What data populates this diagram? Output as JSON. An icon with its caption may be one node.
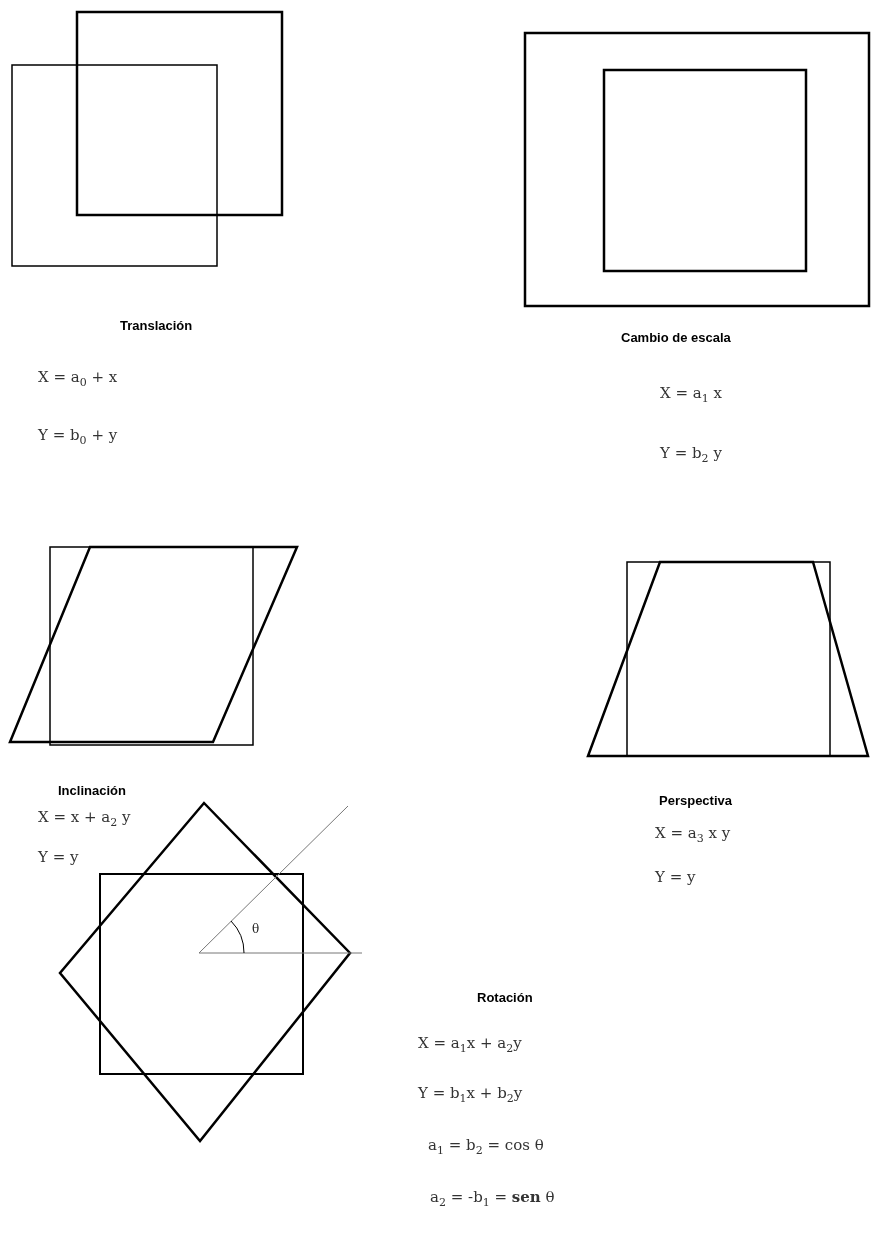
{
  "diagram": {
    "labels": [
      "Translación",
      "X = a$_{0}$ + x",
      "Y = b$_{0}$ + y",
      "Cambio de escala",
      "X = a$_{1}$ x",
      "Y = b$_{2}$ y",
      "Inclinación",
      "X = x + a$_{2}$ y",
      "Y = y",
      "Perspectiva",
      "X = a$_{3}$ x y",
      "Y = y",
      "θ",
      "Rotación",
      "X = a$_{1}$x + a$_{2}$y",
      "Y = b$_{1}$x + b$_{2}$y",
      "a$_{1}$ = b$_{2}$ = cos θ",
      "a$_{2}$ = -b$_{1}$ = **sen** θ"
    ]
  }
}
